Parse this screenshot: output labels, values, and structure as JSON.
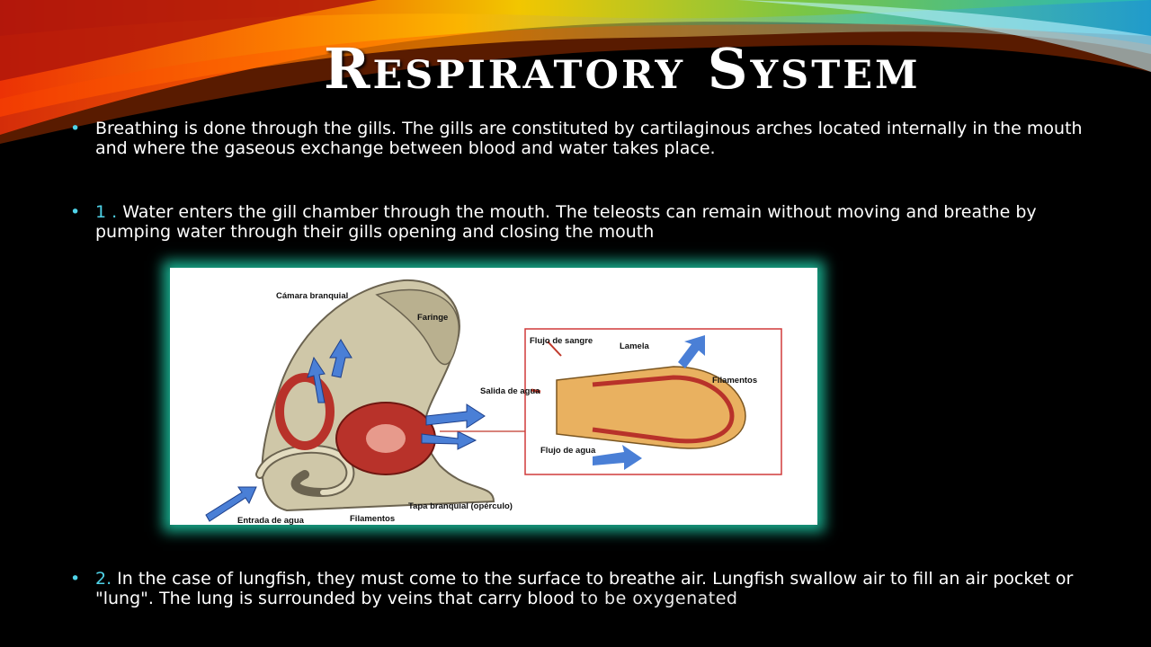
{
  "slide": {
    "title": "Respiratory System",
    "bullets": [
      {
        "number": "",
        "text": "Breathing is done through the gills. The gills are constituted by cartilaginous arches located internally in the mouth and where the gaseous exchange between blood and water takes place.",
        "tail": ""
      },
      {
        "number": "1 .",
        "text": " Water enters the gill chamber through the mouth. The teleosts can remain without moving and breathe by pumping water through their gills opening and closing the mouth",
        "tail": ""
      },
      {
        "number": "2.",
        "text": " In the case of lungfish, they must come to the surface to breathe air. Lungfish swallow air to fill an air pocket or \"lung\". The lung is surrounded by veins that carry blood",
        "tail": " to be oxygenated"
      }
    ]
  },
  "figure": {
    "labels": {
      "camara": "Cámara branquial",
      "faringe": "Faringe",
      "salida": "Salida de agua",
      "entrada": "Entrada de agua",
      "filamentos_left": "Filamentos",
      "tapa": "Tapa branquial (opérculo)",
      "flujo_sangre": "Flujo de sangre",
      "lamela": "Lamela",
      "filamentos_right": "Filamentos",
      "flujo_agua": "Flujo de agua"
    }
  },
  "colors": {
    "background": "#000000",
    "bullet_accent": "#4fd3e8",
    "frame_glow": "#18a88a",
    "arrow_blue": "#4a7fd6",
    "gill_red": "#c0392b"
  }
}
